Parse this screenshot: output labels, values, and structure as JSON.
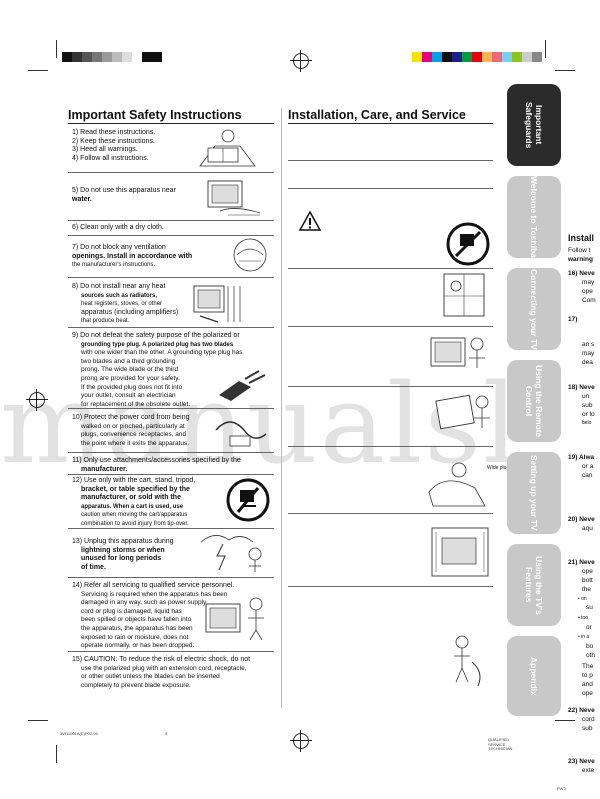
{
  "header_colors_left": [
    "#111111",
    "#333333",
    "#555555",
    "#777777",
    "#999999",
    "#bbbbbb",
    "#dddddd",
    "#ffffff",
    "#111111",
    "#111111"
  ],
  "header_colors_right": [
    "#f2e600",
    "#e6007e",
    "#00a0e9",
    "#111111",
    "#1d2088",
    "#009944",
    "#e60012",
    "#f8b551",
    "#eb6877",
    "#7ecef4",
    "#8fc31f",
    "#cccccc",
    "#888888"
  ],
  "watermark": "manualsl",
  "left": {
    "title": "Important Safety Instructions",
    "items": [
      {
        "n": "1) Read these instructions."
      },
      {
        "n": "2) Keep these instructions."
      },
      {
        "n": "3) Heed all warnings."
      },
      {
        "n": "4) Follow all instructions."
      }
    ],
    "i5a": "5) Do not use this apparatus near",
    "i5b": "water.",
    "i6": "6) Clean only with a dry cloth.",
    "i7a": "7) Do not block any ventilation",
    "i7b": "openings. Install in accordance with",
    "i7c": "the manufacturer's instructions.",
    "i8a": "8) Do not install near any heat",
    "i8b": "sources such as radiators,",
    "i8c": "heat registers, stoves, or other",
    "i8d": "apparatus (including amplifiers)",
    "i8e": "that produce heat.",
    "i9a": "9) Do not defeat the safety purpose of the polarized or",
    "i9b": "grounding type plug. A polarized plug has two blades",
    "i9c": "with one wider than the other. A grounding type plug has",
    "i9d": "two blades and a third grounding",
    "i9e": "prong. The wide blade or the third",
    "i9f": "prong are provided for your safety.",
    "i9g": "If the provided plug does not fit into",
    "i9h": "your outlet, consult an electrician",
    "i9i": "for replacement of the obsolete outlet.",
    "wide_plug": "Wide plug",
    "i10a": "10) Protect the power cord from being",
    "i10b": "walked on or pinched, particularly at",
    "i10c": "plugs, convenience receptacles, and",
    "i10d": "the point where it exits the apparatus.",
    "i11a": "11) Only use attachments/accessories specified by the",
    "i11b": "manufacturer.",
    "i12a": "12) Use only with the cart, stand, tripod,",
    "i12b": "bracket, or table specified by the",
    "i12c": "manufacturer, or sold with the",
    "i12d": "apparatus. When a cart is used, use",
    "i12e": "caution when moving the cart/apparatus",
    "i12f": "combination to avoid injury from tip-over.",
    "i13a": "13) Unplug this apparatus during",
    "i13b": "lightning storms or when",
    "i13c": "unused for long periods",
    "i13d": "of time.",
    "i14a": "14) Refer all servicing to qualified service personnel.",
    "i14b": "Servicing is required when the apparatus has been",
    "i14c": "damaged in any way, such as power supply",
    "i14d": "cord or plug is damaged, liquid has",
    "i14e": "been spilled or objects have fallen into",
    "i14f": "the apparatus, the apparatus has been",
    "i14g": "exposed to rain or moisture, does not",
    "i14h": "operate normally, or has been dropped.",
    "i15a": "15) CAUTION: To reduce the risk of electric shock, do not",
    "i15b": "use the polarized plug with an extension cord, receptacle,",
    "i15c": "or other outlet unless the blades can be inserted",
    "i15d": "completely to prevent blade exposure.",
    "footer_code": "3W11001A(E)P02-05",
    "footer_page": "3"
  },
  "middle": {
    "title": "Installation, Care, and Service"
  },
  "tabs": [
    {
      "label": "Important Safeguards",
      "color": "#2b2b2b"
    },
    {
      "label": "Welcome to Toshiba",
      "color": "#c8c8c8"
    },
    {
      "label": "Connecting your TV",
      "color": "#c8c8c8"
    },
    {
      "label": "Using the Remote Control",
      "color": "#c8c8c8"
    },
    {
      "label": "Setting up your TV",
      "color": "#c8c8c8"
    },
    {
      "label": "Using the TV's Features",
      "color": "#c8c8c8"
    },
    {
      "label": "Appendix",
      "color": "#c8c8c8"
    }
  ],
  "right_fragments": {
    "title": "Install",
    "f1": "Follow t",
    "f2": "warning",
    "f16a": "16) Neve",
    "f16b": "may",
    "f16c": "ope",
    "f16d": "Com",
    "f17": "17)",
    "f17a": "an s",
    "f17b": "may",
    "f17c": "dea",
    "f18a": "18) Neve",
    "f18b": "un",
    "f18c": "sub",
    "f18d": "or lo",
    "f18e": "belo",
    "f19a": "19) Alwa",
    "f19b": "or a",
    "f19c": "can",
    "f20a": "20) Neve",
    "f20b": "aqu",
    "f21a": "21) Neve",
    "f21b": "ope",
    "f21c": "bott",
    "f21d": "the",
    "f21e": "• on",
    "f21f": "su",
    "f21g": "• too",
    "f21h": "or",
    "f21i": "• in a",
    "f21j": "bo",
    "f21k": "oth",
    "f21l": "The",
    "f21m": "to p",
    "f21n": "and",
    "f21o": "ope",
    "f22a": "22) Neve",
    "f22b": "cord",
    "f22c": "sub",
    "f23a": "23) Neve",
    "f23b": "exte",
    "qualified": "QUALIFIED SERVICE TECHNICIAN",
    "pg": "PW3"
  }
}
